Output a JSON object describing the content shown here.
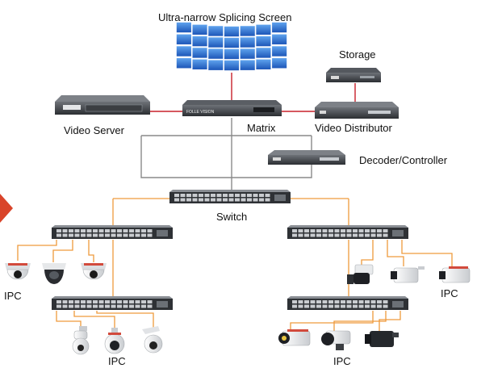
{
  "labels": {
    "screen": "Ultra-narrow Splicing Screen",
    "storage": "Storage",
    "video_server": "Video Server",
    "matrix": "Matrix",
    "video_distributor": "Video Distributor",
    "decoder": "Decoder/Controller",
    "switch": "Switch",
    "ipc_1": "IPC",
    "ipc_2": "IPC",
    "ipc_3": "IPC",
    "ipc_4": "IPC"
  },
  "device_text": {
    "matrix_brand": "FOLLE VISION"
  },
  "colors": {
    "red_link": "#c8202a",
    "gray_link": "#8a8a8a",
    "orange_link": "#ef9a3c",
    "arrow": "#d9442a",
    "screen_blue": "#2a6bd2"
  }
}
